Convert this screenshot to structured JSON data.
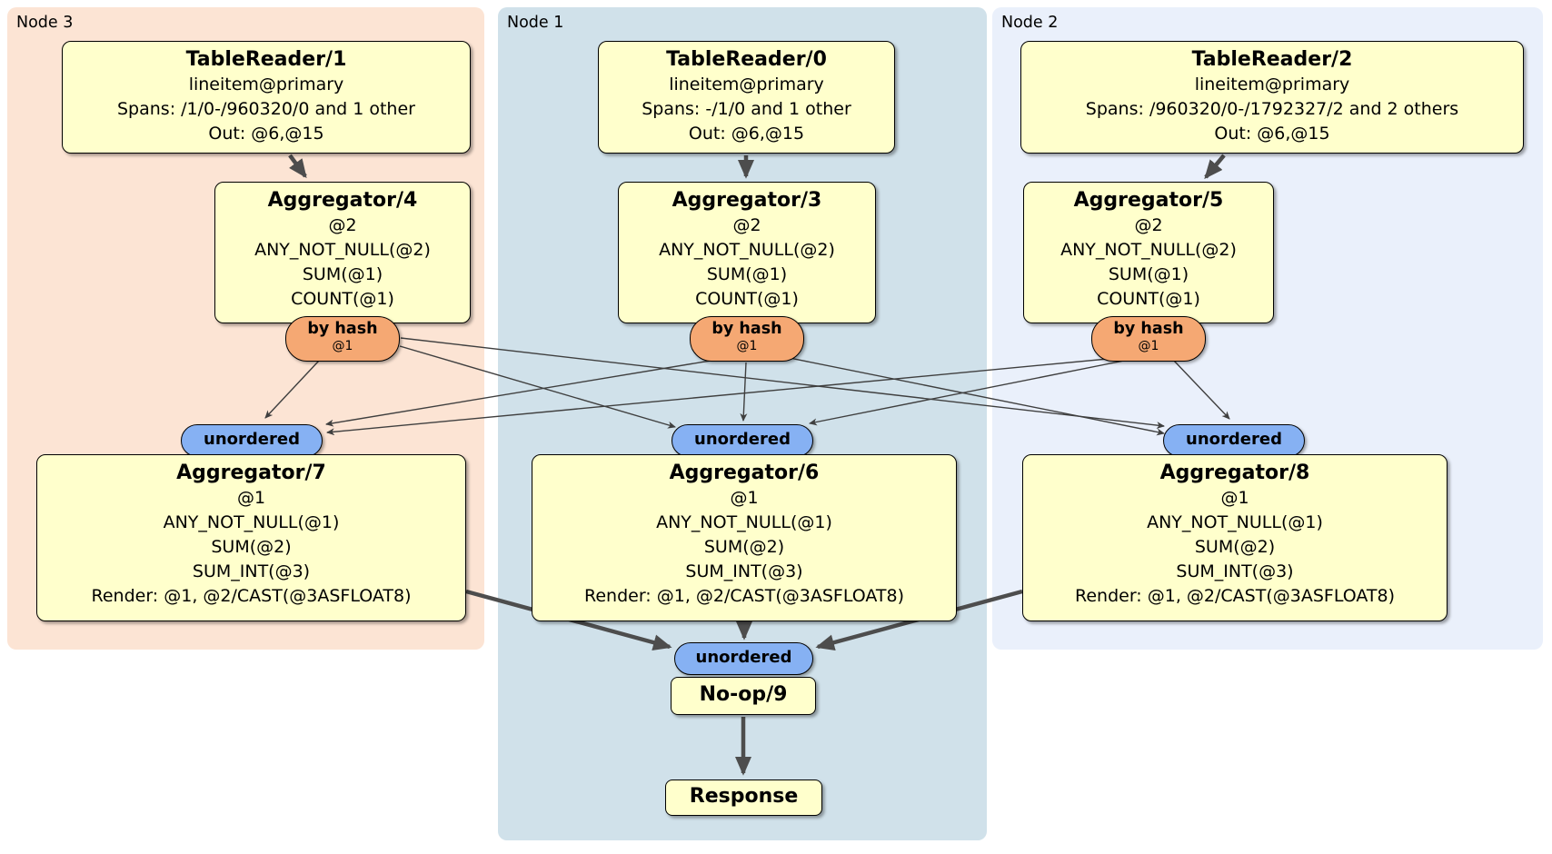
{
  "diagram_type": "distsql-query-plan",
  "regions": [
    {
      "id": "node3",
      "label": "Node 3"
    },
    {
      "id": "node1",
      "label": "Node 1"
    },
    {
      "id": "node2",
      "label": "Node 2"
    }
  ],
  "processors": {
    "tr1": {
      "title": "TableReader/1",
      "lines": [
        "lineitem@primary",
        "Spans: /1/0-/960320/0 and 1 other",
        "Out: @6,@15"
      ]
    },
    "tr0": {
      "title": "TableReader/0",
      "lines": [
        "lineitem@primary",
        "Spans: -/1/0 and 1 other",
        "Out: @6,@15"
      ]
    },
    "tr2": {
      "title": "TableReader/2",
      "lines": [
        "lineitem@primary",
        "Spans: /960320/0-/1792327/2 and 2 others",
        "Out: @6,@15"
      ]
    },
    "agg4": {
      "title": "Aggregator/4",
      "lines": [
        "@2",
        "ANY_NOT_NULL(@2)",
        "SUM(@1)",
        "COUNT(@1)"
      ]
    },
    "agg3": {
      "title": "Aggregator/3",
      "lines": [
        "@2",
        "ANY_NOT_NULL(@2)",
        "SUM(@1)",
        "COUNT(@1)"
      ]
    },
    "agg5": {
      "title": "Aggregator/5",
      "lines": [
        "@2",
        "ANY_NOT_NULL(@2)",
        "SUM(@1)",
        "COUNT(@1)"
      ]
    },
    "agg7": {
      "title": "Aggregator/7",
      "lines": [
        "@1",
        "ANY_NOT_NULL(@1)",
        "SUM(@2)",
        "SUM_INT(@3)",
        "Render: @1, @2/CAST(@3ASFLOAT8)"
      ]
    },
    "agg6": {
      "title": "Aggregator/6",
      "lines": [
        "@1",
        "ANY_NOT_NULL(@1)",
        "SUM(@2)",
        "SUM_INT(@3)",
        "Render: @1, @2/CAST(@3ASFLOAT8)"
      ]
    },
    "agg8": {
      "title": "Aggregator/8",
      "lines": [
        "@1",
        "ANY_NOT_NULL(@1)",
        "SUM(@2)",
        "SUM_INT(@3)",
        "Render: @1, @2/CAST(@3ASFLOAT8)"
      ]
    },
    "noop": {
      "title": "No-op/9"
    },
    "response": {
      "title": "Response"
    }
  },
  "streams": {
    "by_hash_label": "by hash",
    "by_hash_key": "@1",
    "unordered_label": "unordered"
  },
  "colors": {
    "processor_fill": "#ffffcc",
    "hash_router_fill": "#f5a873",
    "unordered_stream_fill": "#86b1f3",
    "node3_bg": "#fce4d4",
    "node1_bg": "#d0e1ea",
    "node2_bg": "#eaf0fb",
    "edge_thin": "#3f3f3f",
    "edge_thick": "#4d4d4d"
  }
}
